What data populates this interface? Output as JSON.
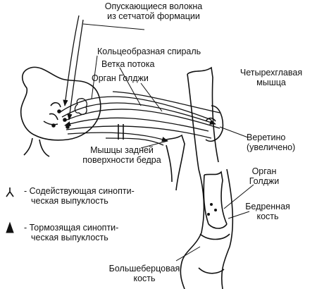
{
  "labels": {
    "descending_fibers_1": "Опускающиеся волокна",
    "descending_fibers_2": "из сетчатой формации",
    "annulospiral": "Кольцеобразная спираль",
    "flower_spray": "Ветка потока",
    "golgi_organ_top": "Орган Голджи",
    "quadriceps_1": "Четырехглавая",
    "quadriceps_2": "мышца",
    "spindle_1": "Веретино",
    "spindle_2": "(увеличено)",
    "hamstrings_1": "Мышцы задней",
    "hamstrings_2": "поверхности бедра",
    "golgi_organ_right_1": "Орган",
    "golgi_organ_right_2": "Голджи",
    "femur_1": "Бедренная",
    "femur_2": "кость",
    "tibia_1": "Большеберцовая",
    "tibia_2": "кость"
  },
  "legend": {
    "excitatory_1": "- Содействующая синопти-",
    "excitatory_2": "ческая выпуклость",
    "inhibitory_1": "- Тормозящая синопти-",
    "inhibitory_2": "ческая выпуклость",
    "excitatory_symbol": "⅄",
    "inhibitory_symbol": "▲"
  },
  "icons": [
    "excitatory-synapse-icon",
    "inhibitory-synapse-icon"
  ]
}
